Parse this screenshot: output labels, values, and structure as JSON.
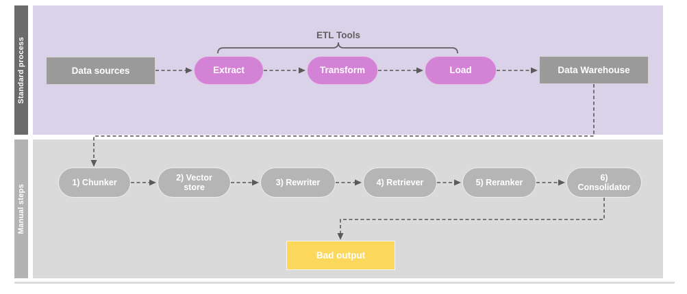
{
  "palette": {
    "standard_band_bg": "#d9d2e9",
    "manual_band_bg": "#dadada",
    "standard_sidebar_bg": "#6b6b6b",
    "manual_sidebar_bg": "#b3b3b3",
    "gray_node_bg": "#9a9a9a",
    "etl_node_bg": "#d482d6",
    "manual_node_bg": "#b5b5b5",
    "output_node_bg": "#fbd75c",
    "connector_color": "#666666",
    "node_text_color": "#ffffff"
  },
  "standard_process": {
    "section_label": "Standard process",
    "bracket_label": "ETL Tools",
    "nodes": {
      "data_sources": "Data sources",
      "extract": "Extract",
      "transform": "Transform",
      "load": "Load",
      "data_warehouse": "Data Warehouse"
    }
  },
  "manual_steps": {
    "section_label": "Manual steps",
    "nodes": {
      "chunker": "1) Chunker",
      "vector_store": "2) Vector store",
      "rewriter": "3) Rewriter",
      "retriever": "4) Retriever",
      "reranker": "5) Reranker",
      "consolidator": "6) Consolidator"
    },
    "output": "Bad output"
  }
}
